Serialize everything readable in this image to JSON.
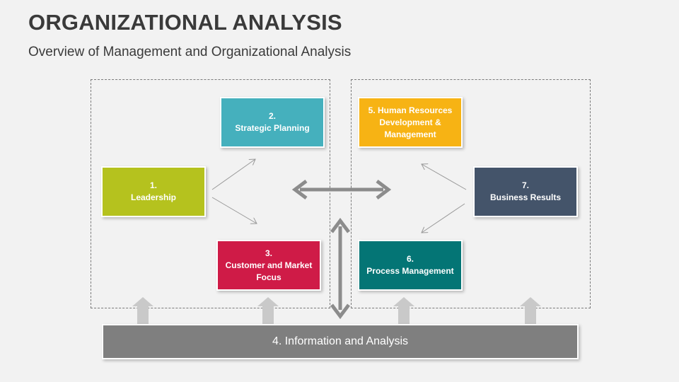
{
  "header": {
    "title": "ORGANIZATIONAL ANALYSIS",
    "subtitle": "Overview of Management and Organizational Analysis"
  },
  "boxes": {
    "leadership": {
      "number": "1.",
      "label": "Leadership",
      "color": "#b5c21e"
    },
    "strategic_planning": {
      "number": "2.",
      "label": "Strategic Planning",
      "color": "#45b0bd"
    },
    "customer_focus": {
      "number": "3.",
      "label_line1": "Customer and Market",
      "label_line2": "Focus",
      "color": "#cf1b47"
    },
    "hr": {
      "line1": "5. Human Resources",
      "line2": "Development &",
      "line3": "Management",
      "color": "#f7b314"
    },
    "process_management": {
      "number": "6.",
      "label": "Process Management",
      "color": "#047575"
    },
    "business_results": {
      "number": "7.",
      "label": "Business Results",
      "color": "#44546a"
    }
  },
  "info_bar": {
    "label": "4. Information and Analysis",
    "color": "#7f7f7f"
  },
  "colors": {
    "arrow_gray": "#8c8c8c",
    "upload_arrow": "#c9c9c9",
    "thin_arrow": "#999999"
  }
}
